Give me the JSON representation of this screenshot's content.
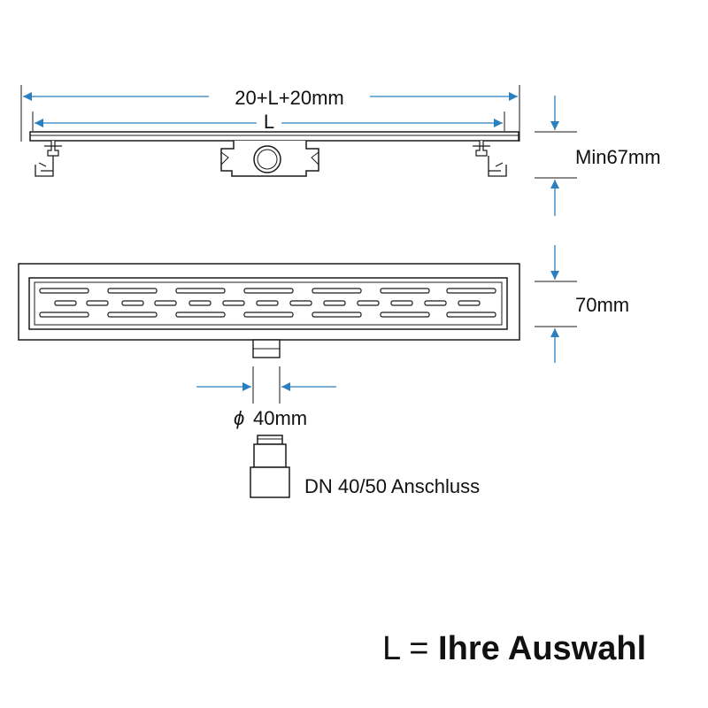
{
  "dimensions": {
    "overall_length": "20+L+20mm",
    "length": "L",
    "height": "Min67mm",
    "width": "70mm",
    "outlet_diameter_symbol": "ϕ",
    "outlet_diameter": "40mm",
    "connector": "DN 40/50 Anschluss"
  },
  "legend": {
    "symbol": "L =",
    "text": "Ihre Auswahl"
  },
  "colors": {
    "line": "#1a1a1a",
    "arrow": "#2a7fc0"
  }
}
